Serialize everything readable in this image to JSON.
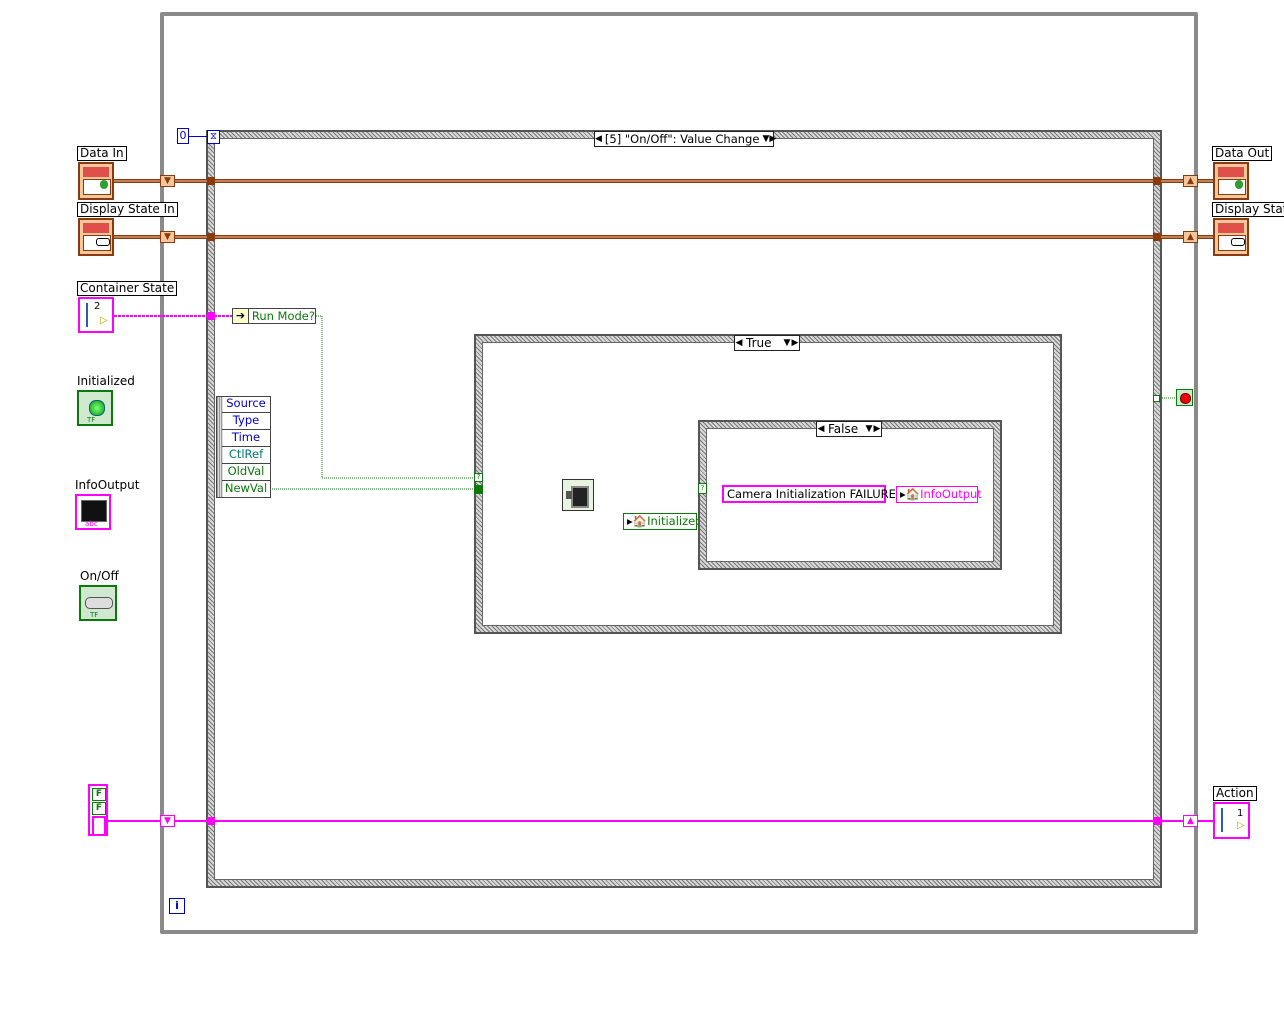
{
  "event_structure": {
    "iteration_count": "0",
    "case_selector": "[5] \"On/Off\": Value Change",
    "event_data_fields": [
      "Source",
      "Type",
      "Time",
      "CtlRef",
      "OldVal",
      "NewVal"
    ]
  },
  "loop": {
    "iteration_terminal": "i"
  },
  "controls": {
    "data_in": "Data In",
    "display_state_in": "Display State In",
    "container_state": "Container State",
    "initialized": "Initialized",
    "info_output": "InfoOutput",
    "on_off": "On/Off",
    "bool_const_1": "F",
    "bool_const_2": "F"
  },
  "indicators": {
    "data_out": "Data Out",
    "display_state_out": "Display State",
    "action": "Action"
  },
  "nodes": {
    "run_mode": "Run Mode?",
    "initialized_local": "Initialized",
    "string_const": "Camera Initialization FAILURE",
    "info_output_local": "InfoOutput"
  },
  "case_structures": {
    "outer_selector": "True",
    "inner_selector": "False"
  },
  "colors": {
    "cluster_wire": "#8b3a0f",
    "string_wire": "#ff00ff",
    "bool_wire": "#0a7a0a",
    "refnum_wire": "#007a7a",
    "frame_gray": "#808080",
    "loop_blue": "#0000cc"
  }
}
